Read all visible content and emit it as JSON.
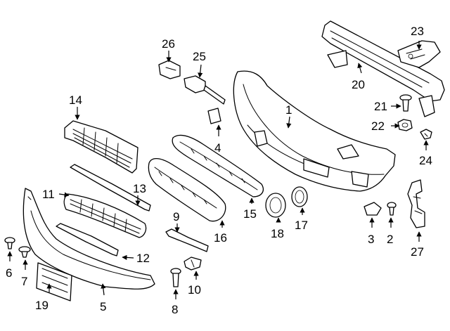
{
  "callouts": [
    "1",
    "2",
    "3",
    "4",
    "5",
    "6",
    "7",
    "8",
    "9",
    "10",
    "11",
    "12",
    "13",
    "14",
    "15",
    "16",
    "17",
    "18",
    "19",
    "20",
    "21",
    "22",
    "23",
    "24",
    "25",
    "26",
    "27"
  ]
}
